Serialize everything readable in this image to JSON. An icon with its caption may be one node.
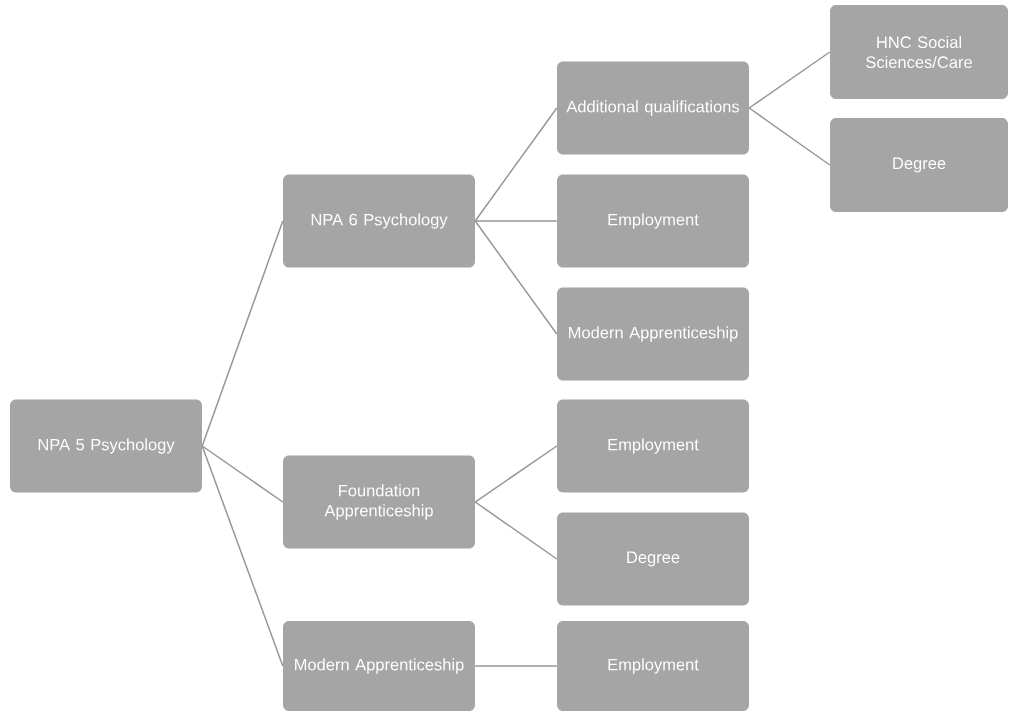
{
  "diagram": {
    "nodes": [
      {
        "text": [
          "NPA 5 Psychology"
        ]
      },
      {
        "text": [
          "NPA 6 Psychology"
        ]
      },
      {
        "text": [
          "Foundation Apprenticeship"
        ]
      },
      {
        "text": [
          "Modern Apprenticeship"
        ]
      },
      {
        "text": [
          "Additional qualifications"
        ]
      },
      {
        "text": [
          "Employment"
        ]
      },
      {
        "text": [
          "Modern Apprenticeship"
        ]
      },
      {
        "text": [
          "Employment"
        ]
      },
      {
        "text": [
          "Degree"
        ]
      },
      {
        "text": [
          "Employment"
        ]
      },
      {
        "text": [
          "HNC Social Sciences/Care"
        ]
      },
      {
        "text": [
          "Degree"
        ]
      }
    ],
    "edges": [
      {
        "from": 0,
        "to": 1,
        "arrow": "none"
      },
      {
        "from": 0,
        "to": 2,
        "arrow": "none"
      },
      {
        "from": 0,
        "to": 3,
        "arrow": "none"
      },
      {
        "from": 1,
        "to": 4,
        "arrow": "none"
      },
      {
        "from": 1,
        "to": 5,
        "arrow": "none"
      },
      {
        "from": 1,
        "to": 6,
        "arrow": "none"
      },
      {
        "from": 2,
        "to": 7,
        "arrow": "none"
      },
      {
        "from": 2,
        "to": 8,
        "arrow": "none"
      },
      {
        "from": 3,
        "to": 9,
        "arrow": "none"
      },
      {
        "from": 4,
        "to": 10,
        "arrow": "none"
      },
      {
        "from": 4,
        "to": 11,
        "arrow": "none"
      }
    ]
  }
}
